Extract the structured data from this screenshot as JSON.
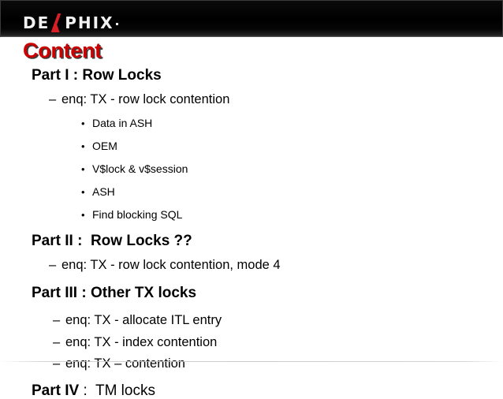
{
  "brand": {
    "logo_part_1": "DE",
    "logo_part_2": "PHIX",
    "logo_full_name": "DELPHIX",
    "logo_red": "#d81f26",
    "logo_text_color": "#f2f2f2",
    "header_background": "#000000"
  },
  "title": {
    "text": "Content",
    "color": "#cc0000",
    "shadow_color": "#3d3c3c"
  },
  "outline": {
    "part1": {
      "heading": "Part I : Row Locks",
      "sub": "enq: TX - row lock contention",
      "bullets": [
        "Data in ASH",
        "OEM",
        "V$lock & v$session",
        "ASH",
        "Find blocking SQL"
      ]
    },
    "part2": {
      "heading": "Part II :  Row Locks ??",
      "sub": "enq: TX - row lock contention, mode 4"
    },
    "part3": {
      "heading": "Part III : Other TX locks",
      "subs": [
        "enq: TX - allocate ITL entry",
        "enq: TX - index contention",
        "enq: TX – contention"
      ]
    },
    "part4": {
      "heading_bold": "Part IV",
      "heading_rest": " :  TM locks"
    }
  },
  "markers": {
    "level2": "–",
    "level3": "•"
  }
}
